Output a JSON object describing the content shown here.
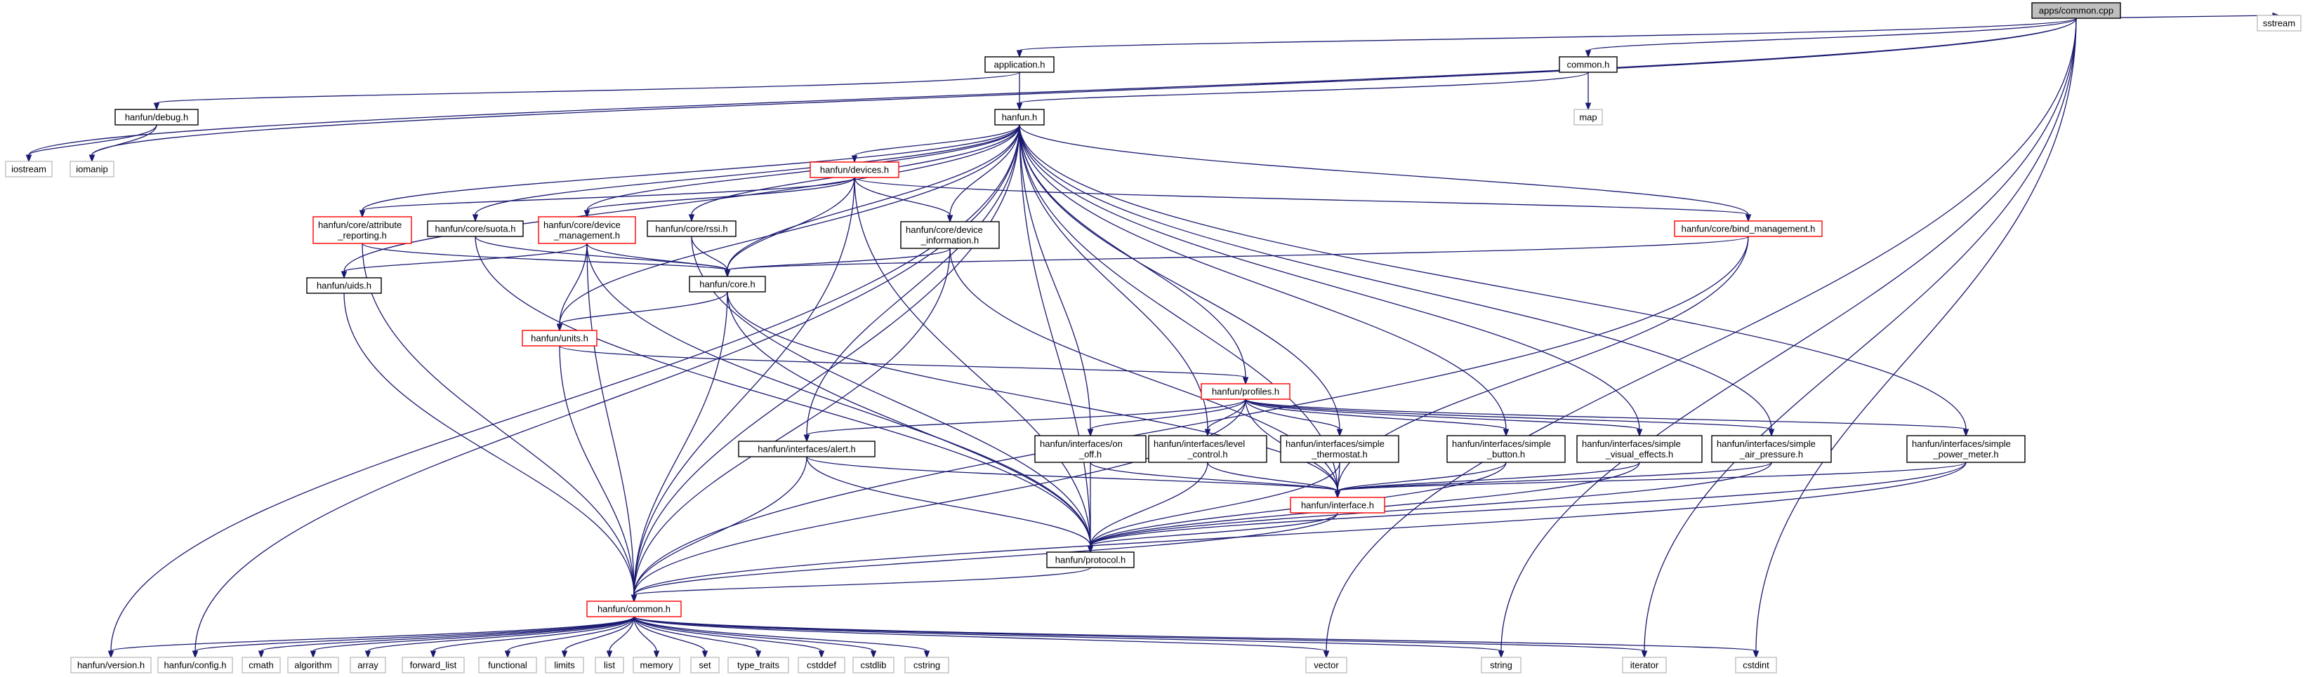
{
  "graph": {
    "nodes": {
      "apps_common_cpp": {
        "lines": [
          "apps/common.cpp"
        ],
        "kind": "root"
      },
      "application_h": {
        "lines": [
          "application.h"
        ],
        "kind": "normal"
      },
      "common_h": {
        "lines": [
          "common.h"
        ],
        "kind": "normal"
      },
      "sstream": {
        "lines": [
          "sstream"
        ],
        "kind": "system"
      },
      "hanfun_debug_h": {
        "lines": [
          "hanfun/debug.h"
        ],
        "kind": "normal"
      },
      "hanfun_h": {
        "lines": [
          "hanfun.h"
        ],
        "kind": "normal"
      },
      "map": {
        "lines": [
          "map"
        ],
        "kind": "system"
      },
      "iostream": {
        "lines": [
          "iostream"
        ],
        "kind": "system"
      },
      "iomanip": {
        "lines": [
          "iomanip"
        ],
        "kind": "system"
      },
      "devices_h": {
        "lines": [
          "hanfun/devices.h"
        ],
        "kind": "red"
      },
      "attr_reporting_h": {
        "lines": [
          "hanfun/core/attribute",
          "_reporting.h"
        ],
        "kind": "red"
      },
      "suota_h": {
        "lines": [
          "hanfun/core/suota.h"
        ],
        "kind": "normal"
      },
      "device_mgmt_h": {
        "lines": [
          "hanfun/core/device",
          "_management.h"
        ],
        "kind": "red"
      },
      "rssi_h": {
        "lines": [
          "hanfun/core/rssi.h"
        ],
        "kind": "normal"
      },
      "device_info_h": {
        "lines": [
          "hanfun/core/device",
          "_information.h"
        ],
        "kind": "normal"
      },
      "bind_mgmt_h": {
        "lines": [
          "hanfun/core/bind_management.h"
        ],
        "kind": "red"
      },
      "uids_h": {
        "lines": [
          "hanfun/uids.h"
        ],
        "kind": "normal"
      },
      "core_h": {
        "lines": [
          "hanfun/core.h"
        ],
        "kind": "normal"
      },
      "units_h": {
        "lines": [
          "hanfun/units.h"
        ],
        "kind": "red"
      },
      "profiles_h": {
        "lines": [
          "hanfun/profiles.h"
        ],
        "kind": "red"
      },
      "alert_h": {
        "lines": [
          "hanfun/interfaces/alert.h"
        ],
        "kind": "normal"
      },
      "on_off_h": {
        "lines": [
          "hanfun/interfaces/on",
          "_off.h"
        ],
        "kind": "normal"
      },
      "level_control_h": {
        "lines": [
          "hanfun/interfaces/level",
          "_control.h"
        ],
        "kind": "normal"
      },
      "simple_thermostat_h": {
        "lines": [
          "hanfun/interfaces/simple",
          "_thermostat.h"
        ],
        "kind": "normal"
      },
      "simple_button_h": {
        "lines": [
          "hanfun/interfaces/simple",
          "_button.h"
        ],
        "kind": "normal"
      },
      "simple_visual_h": {
        "lines": [
          "hanfun/interfaces/simple",
          "_visual_effects.h"
        ],
        "kind": "normal"
      },
      "simple_air_h": {
        "lines": [
          "hanfun/interfaces/simple",
          "_air_pressure.h"
        ],
        "kind": "normal"
      },
      "simple_power_h": {
        "lines": [
          "hanfun/interfaces/simple",
          "_power_meter.h"
        ],
        "kind": "normal"
      },
      "interface_h": {
        "lines": [
          "hanfun/interface.h"
        ],
        "kind": "red"
      },
      "protocol_h": {
        "lines": [
          "hanfun/protocol.h"
        ],
        "kind": "normal"
      },
      "hf_common_h": {
        "lines": [
          "hanfun/common.h"
        ],
        "kind": "red"
      },
      "version_h": {
        "lines": [
          "hanfun/version.h"
        ],
        "kind": "system"
      },
      "config_h": {
        "lines": [
          "hanfun/config.h"
        ],
        "kind": "system"
      },
      "cmath": {
        "lines": [
          "cmath"
        ],
        "kind": "system"
      },
      "algorithm": {
        "lines": [
          "algorithm"
        ],
        "kind": "system"
      },
      "array": {
        "lines": [
          "array"
        ],
        "kind": "system"
      },
      "forward_list": {
        "lines": [
          "forward_list"
        ],
        "kind": "system"
      },
      "functional": {
        "lines": [
          "functional"
        ],
        "kind": "system"
      },
      "limits": {
        "lines": [
          "limits"
        ],
        "kind": "system"
      },
      "list": {
        "lines": [
          "list"
        ],
        "kind": "system"
      },
      "memory": {
        "lines": [
          "memory"
        ],
        "kind": "system"
      },
      "set": {
        "lines": [
          "set"
        ],
        "kind": "system"
      },
      "type_traits": {
        "lines": [
          "type_traits"
        ],
        "kind": "system"
      },
      "cstddef": {
        "lines": [
          "cstddef"
        ],
        "kind": "system"
      },
      "cstdlib": {
        "lines": [
          "cstdlib"
        ],
        "kind": "system"
      },
      "cstring": {
        "lines": [
          "cstring"
        ],
        "kind": "system"
      },
      "vector": {
        "lines": [
          "vector"
        ],
        "kind": "system"
      },
      "string": {
        "lines": [
          "string"
        ],
        "kind": "system"
      },
      "iterator": {
        "lines": [
          "iterator"
        ],
        "kind": "system"
      },
      "cstdint": {
        "lines": [
          "cstdint"
        ],
        "kind": "system"
      }
    },
    "edges": [
      [
        "apps_common_cpp",
        "application_h"
      ],
      [
        "apps_common_cpp",
        "common_h"
      ],
      [
        "apps_common_cpp",
        "sstream"
      ],
      [
        "apps_common_cpp",
        "iostream"
      ],
      [
        "apps_common_cpp",
        "iomanip"
      ],
      [
        "apps_common_cpp",
        "vector"
      ],
      [
        "apps_common_cpp",
        "string"
      ],
      [
        "apps_common_cpp",
        "iterator"
      ],
      [
        "apps_common_cpp",
        "cstdint"
      ],
      [
        "application_h",
        "hanfun_h"
      ],
      [
        "application_h",
        "hanfun_debug_h"
      ],
      [
        "common_h",
        "hanfun_h"
      ],
      [
        "common_h",
        "map"
      ],
      [
        "hanfun_debug_h",
        "iostream"
      ],
      [
        "hanfun_debug_h",
        "iomanip"
      ],
      [
        "hanfun_h",
        "devices_h"
      ],
      [
        "hanfun_h",
        "attr_reporting_h"
      ],
      [
        "hanfun_h",
        "suota_h"
      ],
      [
        "hanfun_h",
        "device_mgmt_h"
      ],
      [
        "hanfun_h",
        "rssi_h"
      ],
      [
        "hanfun_h",
        "device_info_h"
      ],
      [
        "hanfun_h",
        "bind_mgmt_h"
      ],
      [
        "hanfun_h",
        "uids_h"
      ],
      [
        "hanfun_h",
        "core_h"
      ],
      [
        "hanfun_h",
        "units_h"
      ],
      [
        "hanfun_h",
        "profiles_h"
      ],
      [
        "hanfun_h",
        "alert_h"
      ],
      [
        "hanfun_h",
        "on_off_h"
      ],
      [
        "hanfun_h",
        "level_control_h"
      ],
      [
        "hanfun_h",
        "simple_thermostat_h"
      ],
      [
        "hanfun_h",
        "simple_button_h"
      ],
      [
        "hanfun_h",
        "simple_visual_h"
      ],
      [
        "hanfun_h",
        "simple_air_h"
      ],
      [
        "hanfun_h",
        "simple_power_h"
      ],
      [
        "hanfun_h",
        "interface_h"
      ],
      [
        "hanfun_h",
        "protocol_h"
      ],
      [
        "hanfun_h",
        "hf_common_h"
      ],
      [
        "hanfun_h",
        "version_h"
      ],
      [
        "hanfun_h",
        "config_h"
      ],
      [
        "devices_h",
        "attr_reporting_h"
      ],
      [
        "devices_h",
        "device_mgmt_h"
      ],
      [
        "devices_h",
        "device_info_h"
      ],
      [
        "devices_h",
        "bind_mgmt_h"
      ],
      [
        "devices_h",
        "core_h"
      ],
      [
        "devices_h",
        "protocol_h"
      ],
      [
        "devices_h",
        "hf_common_h"
      ],
      [
        "attr_reporting_h",
        "core_h"
      ],
      [
        "attr_reporting_h",
        "hf_common_h"
      ],
      [
        "suota_h",
        "core_h"
      ],
      [
        "suota_h",
        "protocol_h"
      ],
      [
        "device_mgmt_h",
        "uids_h"
      ],
      [
        "device_mgmt_h",
        "core_h"
      ],
      [
        "device_mgmt_h",
        "units_h"
      ],
      [
        "device_mgmt_h",
        "protocol_h"
      ],
      [
        "device_mgmt_h",
        "hf_common_h"
      ],
      [
        "rssi_h",
        "core_h"
      ],
      [
        "rssi_h",
        "protocol_h"
      ],
      [
        "device_info_h",
        "core_h"
      ],
      [
        "device_info_h",
        "interface_h"
      ],
      [
        "device_info_h",
        "hf_common_h"
      ],
      [
        "bind_mgmt_h",
        "core_h"
      ],
      [
        "bind_mgmt_h",
        "interface_h"
      ],
      [
        "bind_mgmt_h",
        "hf_common_h"
      ],
      [
        "uids_h",
        "hf_common_h"
      ],
      [
        "core_h",
        "units_h"
      ],
      [
        "core_h",
        "interface_h"
      ],
      [
        "core_h",
        "protocol_h"
      ],
      [
        "core_h",
        "hf_common_h"
      ],
      [
        "units_h",
        "profiles_h"
      ],
      [
        "units_h",
        "hf_common_h"
      ],
      [
        "profiles_h",
        "alert_h"
      ],
      [
        "profiles_h",
        "on_off_h"
      ],
      [
        "profiles_h",
        "level_control_h"
      ],
      [
        "profiles_h",
        "simple_thermostat_h"
      ],
      [
        "profiles_h",
        "simple_button_h"
      ],
      [
        "profiles_h",
        "simple_visual_h"
      ],
      [
        "profiles_h",
        "simple_air_h"
      ],
      [
        "profiles_h",
        "simple_power_h"
      ],
      [
        "profiles_h",
        "interface_h"
      ],
      [
        "profiles_h",
        "hf_common_h"
      ],
      [
        "alert_h",
        "interface_h"
      ],
      [
        "alert_h",
        "protocol_h"
      ],
      [
        "alert_h",
        "hf_common_h"
      ],
      [
        "on_off_h",
        "interface_h"
      ],
      [
        "on_off_h",
        "protocol_h"
      ],
      [
        "level_control_h",
        "interface_h"
      ],
      [
        "level_control_h",
        "protocol_h"
      ],
      [
        "simple_thermostat_h",
        "interface_h"
      ],
      [
        "simple_thermostat_h",
        "protocol_h"
      ],
      [
        "simple_button_h",
        "interface_h"
      ],
      [
        "simple_button_h",
        "protocol_h"
      ],
      [
        "simple_visual_h",
        "interface_h"
      ],
      [
        "simple_visual_h",
        "protocol_h"
      ],
      [
        "simple_air_h",
        "interface_h"
      ],
      [
        "simple_air_h",
        "protocol_h"
      ],
      [
        "simple_power_h",
        "interface_h"
      ],
      [
        "simple_power_h",
        "protocol_h"
      ],
      [
        "simple_power_h",
        "hf_common_h"
      ],
      [
        "interface_h",
        "protocol_h"
      ],
      [
        "interface_h",
        "hf_common_h"
      ],
      [
        "protocol_h",
        "hf_common_h"
      ],
      [
        "hf_common_h",
        "version_h"
      ],
      [
        "hf_common_h",
        "config_h"
      ],
      [
        "hf_common_h",
        "cmath"
      ],
      [
        "hf_common_h",
        "algorithm"
      ],
      [
        "hf_common_h",
        "array"
      ],
      [
        "hf_common_h",
        "forward_list"
      ],
      [
        "hf_common_h",
        "functional"
      ],
      [
        "hf_common_h",
        "limits"
      ],
      [
        "hf_common_h",
        "list"
      ],
      [
        "hf_common_h",
        "memory"
      ],
      [
        "hf_common_h",
        "set"
      ],
      [
        "hf_common_h",
        "type_traits"
      ],
      [
        "hf_common_h",
        "cstddef"
      ],
      [
        "hf_common_h",
        "cstdlib"
      ],
      [
        "hf_common_h",
        "cstring"
      ],
      [
        "hf_common_h",
        "vector"
      ],
      [
        "hf_common_h",
        "string"
      ],
      [
        "hf_common_h",
        "iterator"
      ],
      [
        "hf_common_h",
        "cstdint"
      ]
    ]
  },
  "colors": {
    "edge": "#191970",
    "root_fill": "#bfbfbf",
    "root_stroke": "#000000",
    "normal_stroke": "#000000",
    "red_stroke": "#ff0000",
    "system_stroke": "#bfbfbf",
    "system_text": "#000000"
  }
}
